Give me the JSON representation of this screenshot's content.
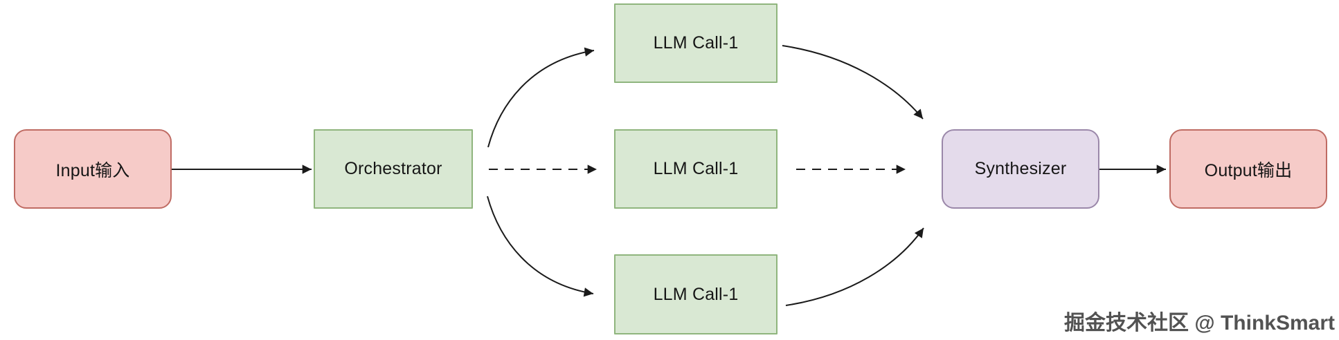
{
  "diagram": {
    "nodes": {
      "input": {
        "label": "Input输入",
        "kind": "terminal"
      },
      "orchestrator": {
        "label": "Orchestrator",
        "kind": "process"
      },
      "llm_top": {
        "label": "LLM Call-1",
        "kind": "process"
      },
      "llm_mid": {
        "label": "LLM Call-1",
        "kind": "process"
      },
      "llm_bottom": {
        "label": "LLM Call-1",
        "kind": "process"
      },
      "synthesizer": {
        "label": "Synthesizer",
        "kind": "process"
      },
      "output": {
        "label": "Output输出",
        "kind": "terminal"
      }
    },
    "edges": [
      {
        "from": "input",
        "to": "orchestrator",
        "style": "solid",
        "shape": "straight"
      },
      {
        "from": "orchestrator",
        "to": "llm_top",
        "style": "solid",
        "shape": "curved"
      },
      {
        "from": "orchestrator",
        "to": "llm_mid",
        "style": "dashed",
        "shape": "straight"
      },
      {
        "from": "orchestrator",
        "to": "llm_bottom",
        "style": "solid",
        "shape": "curved"
      },
      {
        "from": "llm_top",
        "to": "synthesizer",
        "style": "solid",
        "shape": "curved"
      },
      {
        "from": "llm_mid",
        "to": "synthesizer",
        "style": "dashed",
        "shape": "straight"
      },
      {
        "from": "llm_bottom",
        "to": "synthesizer",
        "style": "solid",
        "shape": "curved"
      },
      {
        "from": "synthesizer",
        "to": "output",
        "style": "solid",
        "shape": "straight"
      }
    ],
    "watermark": {
      "text": "掘金技术社区 @ ThinkSmart"
    }
  },
  "colors": {
    "pink_fill": "#f6cbc8",
    "pink_stroke": "#bf6b63",
    "green_fill": "#d9e8d3",
    "green_stroke": "#8fb57d",
    "purple_fill": "#e4dbeb",
    "purple_stroke": "#9a87a9",
    "edge": "#1a1a1a"
  }
}
